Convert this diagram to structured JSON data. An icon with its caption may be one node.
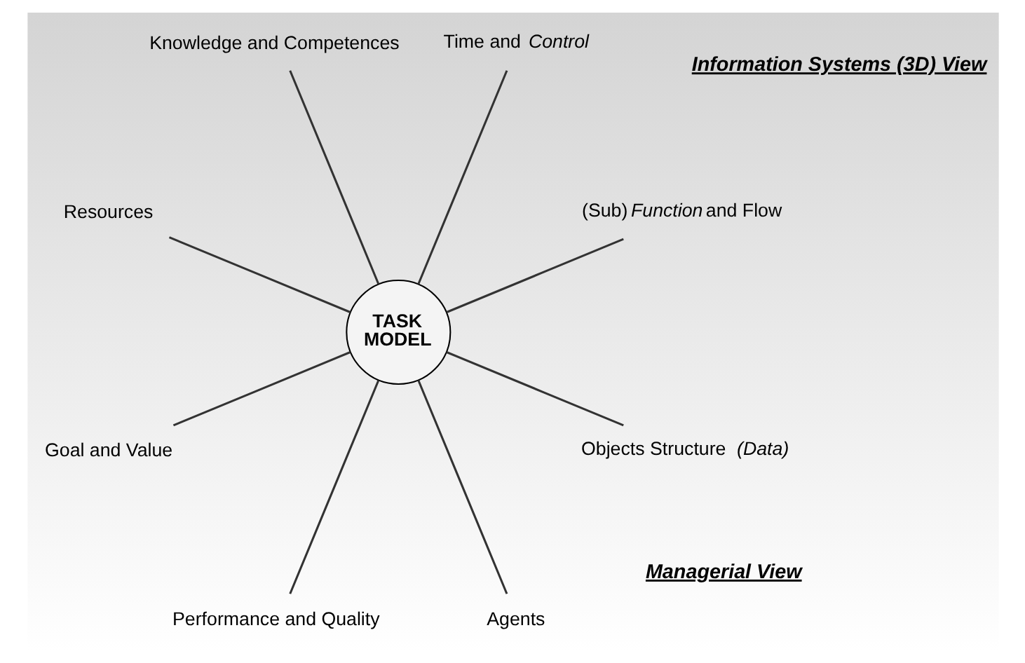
{
  "diagram": {
    "nodes": [
      {
        "text": [
          "TASK MODEL"
        ]
      },
      {
        "text": [
          "(Sub)*Function* and Flow"
        ]
      },
      {
        "text": [
          "Time and *Control*"
        ]
      },
      {
        "text": [
          "Knowledge and Competences"
        ]
      },
      {
        "text": [
          "Resources"
        ]
      },
      {
        "text": [
          "Goal and Value"
        ]
      },
      {
        "text": [
          "Performance and Quality"
        ]
      },
      {
        "text": [
          "Agents"
        ]
      },
      {
        "text": [
          "Objects Structure *(Data)*"
        ]
      }
    ],
    "edges": [
      {
        "from": 0,
        "to": 1,
        "arrow": "none"
      },
      {
        "from": 0,
        "to": 2,
        "arrow": "none"
      },
      {
        "from": 0,
        "to": 3,
        "arrow": "none"
      },
      {
        "from": 0,
        "to": 4,
        "arrow": "none"
      },
      {
        "from": 0,
        "to": 5,
        "arrow": "none"
      },
      {
        "from": 0,
        "to": 6,
        "arrow": "none"
      },
      {
        "from": 0,
        "to": 7,
        "arrow": "none"
      },
      {
        "from": 0,
        "to": 8,
        "arrow": "none"
      }
    ],
    "labels": [
      "Information Systems (3D) View",
      "Managerial View"
    ]
  }
}
